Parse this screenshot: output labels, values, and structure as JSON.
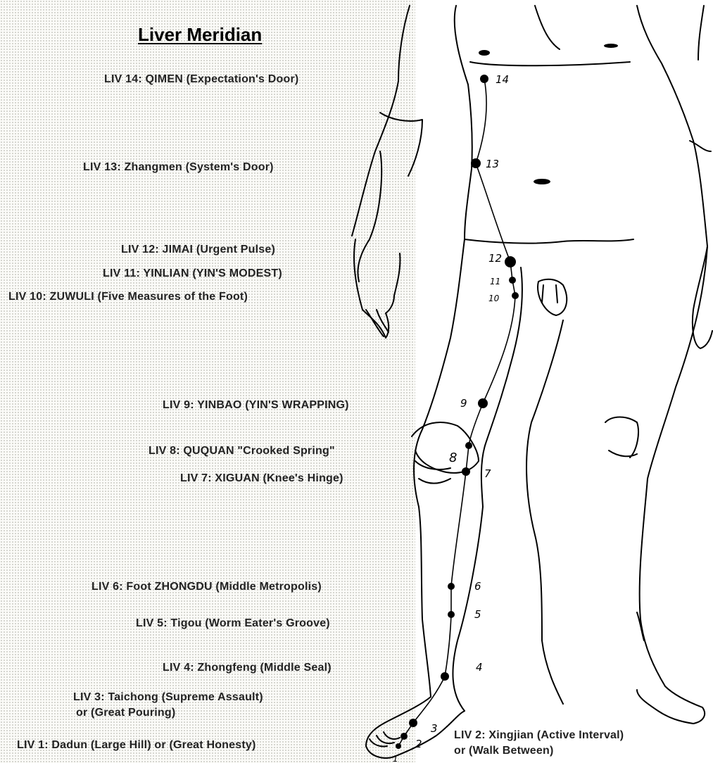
{
  "title": "Liver Meridian",
  "points": [
    {
      "id": "liv14",
      "number": "14",
      "label": "LIV 14: QIMEN (Expectation's Door)"
    },
    {
      "id": "liv13",
      "number": "13",
      "label": "LIV 13: Zhangmen (System's Door)"
    },
    {
      "id": "liv12",
      "number": "12",
      "label": "LIV 12: JIMAI (Urgent Pulse)"
    },
    {
      "id": "liv11",
      "number": "11",
      "label": "LIV 11: YINLIAN (YIN'S MODEST)"
    },
    {
      "id": "liv10",
      "number": "10",
      "label": "LIV 10: ZUWULI (Five Measures of the Foot)"
    },
    {
      "id": "liv9",
      "number": "9",
      "label": "LIV 9: YINBAO (YIN'S WRAPPING)"
    },
    {
      "id": "liv8",
      "number": "8",
      "label": "LIV 8: QUQUAN \"Crooked Spring\""
    },
    {
      "id": "liv7",
      "number": "7",
      "label": "LIV 7: XIGUAN (Knee's Hinge)"
    },
    {
      "id": "liv6",
      "number": "6",
      "label": "LIV 6: Foot ZHONGDU (Middle Metropolis)"
    },
    {
      "id": "liv5",
      "number": "5",
      "label": "LIV 5: Tigou (Worm Eater's Groove)"
    },
    {
      "id": "liv4",
      "number": "4",
      "label": "LIV 4: Zhongfeng (Middle Seal)"
    },
    {
      "id": "liv3",
      "number": "3",
      "label": "LIV 3: Taichong (Supreme Assault)",
      "label2": "or (Great Pouring)"
    },
    {
      "id": "liv2",
      "number": "2",
      "label": "LIV 2: Xingjian (Active Interval)",
      "label2": "or (Walk Between)"
    },
    {
      "id": "liv1",
      "number": "1",
      "label": "LIV 1: Dadun (Large Hill) or (Great Honesty)"
    }
  ],
  "colors": {
    "ink": "#000000",
    "label_text": "#222222",
    "dotted_panel": "#fbfbf8"
  }
}
